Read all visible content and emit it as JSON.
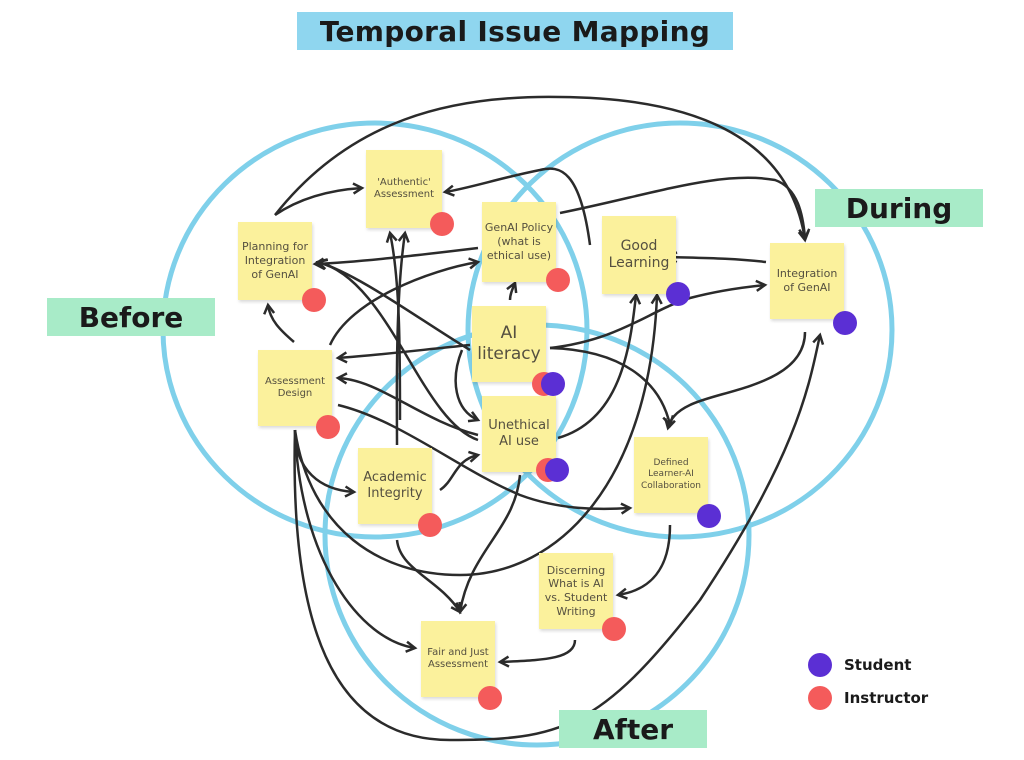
{
  "title": "Temporal Issue Mapping",
  "colors": {
    "circle": "#7fd0ea",
    "title_bg": "#8fd6ef",
    "phase_bg": "#a8ebc8",
    "note_bg": "#fbf19c",
    "arrow": "#2b2b2b",
    "student": "#5b2fd4",
    "instructor": "#f45b5b"
  },
  "phases": {
    "before": "Before",
    "during": "During",
    "after": "After"
  },
  "notes": [
    {
      "id": "authentic-assessment",
      "label": "'Authentic' Assessment",
      "roles": [
        "instructor"
      ]
    },
    {
      "id": "planning",
      "label": "Planning for Integration of GenAI",
      "roles": [
        "instructor"
      ]
    },
    {
      "id": "genai-policy",
      "label": "GenAI Policy (what is ethical use)",
      "roles": [
        "instructor"
      ]
    },
    {
      "id": "good-learning",
      "label": "Good Learning",
      "roles": [
        "student"
      ]
    },
    {
      "id": "integration",
      "label": "Integration of GenAI",
      "roles": [
        "student"
      ]
    },
    {
      "id": "ai-literacy",
      "label": "AI literacy",
      "roles": [
        "instructor",
        "student"
      ]
    },
    {
      "id": "assessment-design",
      "label": "Assessment Design",
      "roles": [
        "instructor"
      ]
    },
    {
      "id": "unethical-ai",
      "label": "Unethical AI use",
      "roles": [
        "instructor",
        "student"
      ]
    },
    {
      "id": "academic-integrity",
      "label": "Academic Integrity",
      "roles": [
        "instructor"
      ]
    },
    {
      "id": "defined-collab",
      "label": "Defined Learner-AI Collaboration",
      "roles": [
        "student"
      ]
    },
    {
      "id": "discerning",
      "label": "Discerning What is AI vs. Student Writing",
      "roles": [
        "instructor"
      ]
    },
    {
      "id": "fair-just",
      "label": "Fair and Just Assessment",
      "roles": [
        "instructor"
      ]
    }
  ],
  "legend": [
    {
      "role": "student",
      "label": "Student"
    },
    {
      "role": "instructor",
      "label": "Instructor"
    }
  ]
}
